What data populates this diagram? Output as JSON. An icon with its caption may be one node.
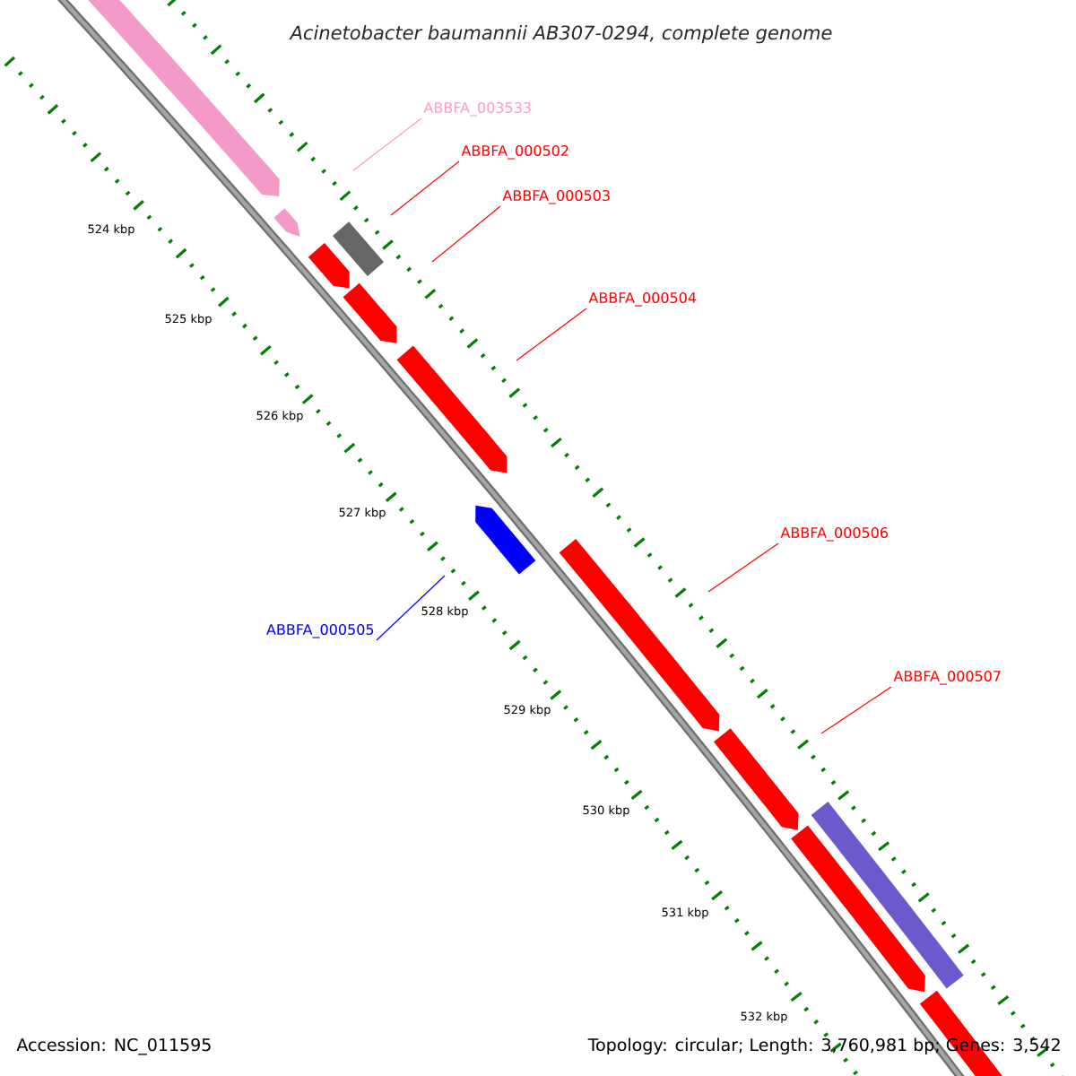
{
  "diagram": {
    "title": "Acinetobacter baumannii AB307-0294, complete genome",
    "nodes": [
      {
        "text": [
          "ABBFA_003533"
        ]
      },
      {
        "text": [
          "ABBFA_000502"
        ]
      },
      {
        "text": [
          "ABBFA_000503"
        ]
      },
      {
        "text": [
          "ABBFA_000504"
        ]
      },
      {
        "text": [
          "ABBFA_000506"
        ]
      },
      {
        "text": [
          "ABBFA_000505"
        ]
      },
      {
        "text": [
          "ABBFA_000507"
        ]
      }
    ],
    "edges": [
      {
        "from": 0,
        "to": null,
        "arrow": "none",
        "color": "#ff99cc"
      },
      {
        "from": 1,
        "to": null,
        "arrow": "none"
      },
      {
        "from": 2,
        "to": null,
        "arrow": "none"
      },
      {
        "from": 3,
        "to": null,
        "arrow": "none"
      },
      {
        "from": 4,
        "to": null,
        "arrow": "none"
      },
      {
        "from": 5,
        "to": null,
        "arrow": "none",
        "color": "#0000ff"
      },
      {
        "from": 6,
        "to": null,
        "arrow": "none"
      }
    ],
    "labels": [
      "524 kbp",
      "525 kbp",
      "526 kbp",
      "527 kbp",
      "528 kbp",
      "529 kbp",
      "530 kbp",
      "531 kbp",
      "532 kbp",
      "Accession: NC_011595",
      "Topology: circular; Length: 3,760,981 bp; Genes: 3,542"
    ]
  }
}
